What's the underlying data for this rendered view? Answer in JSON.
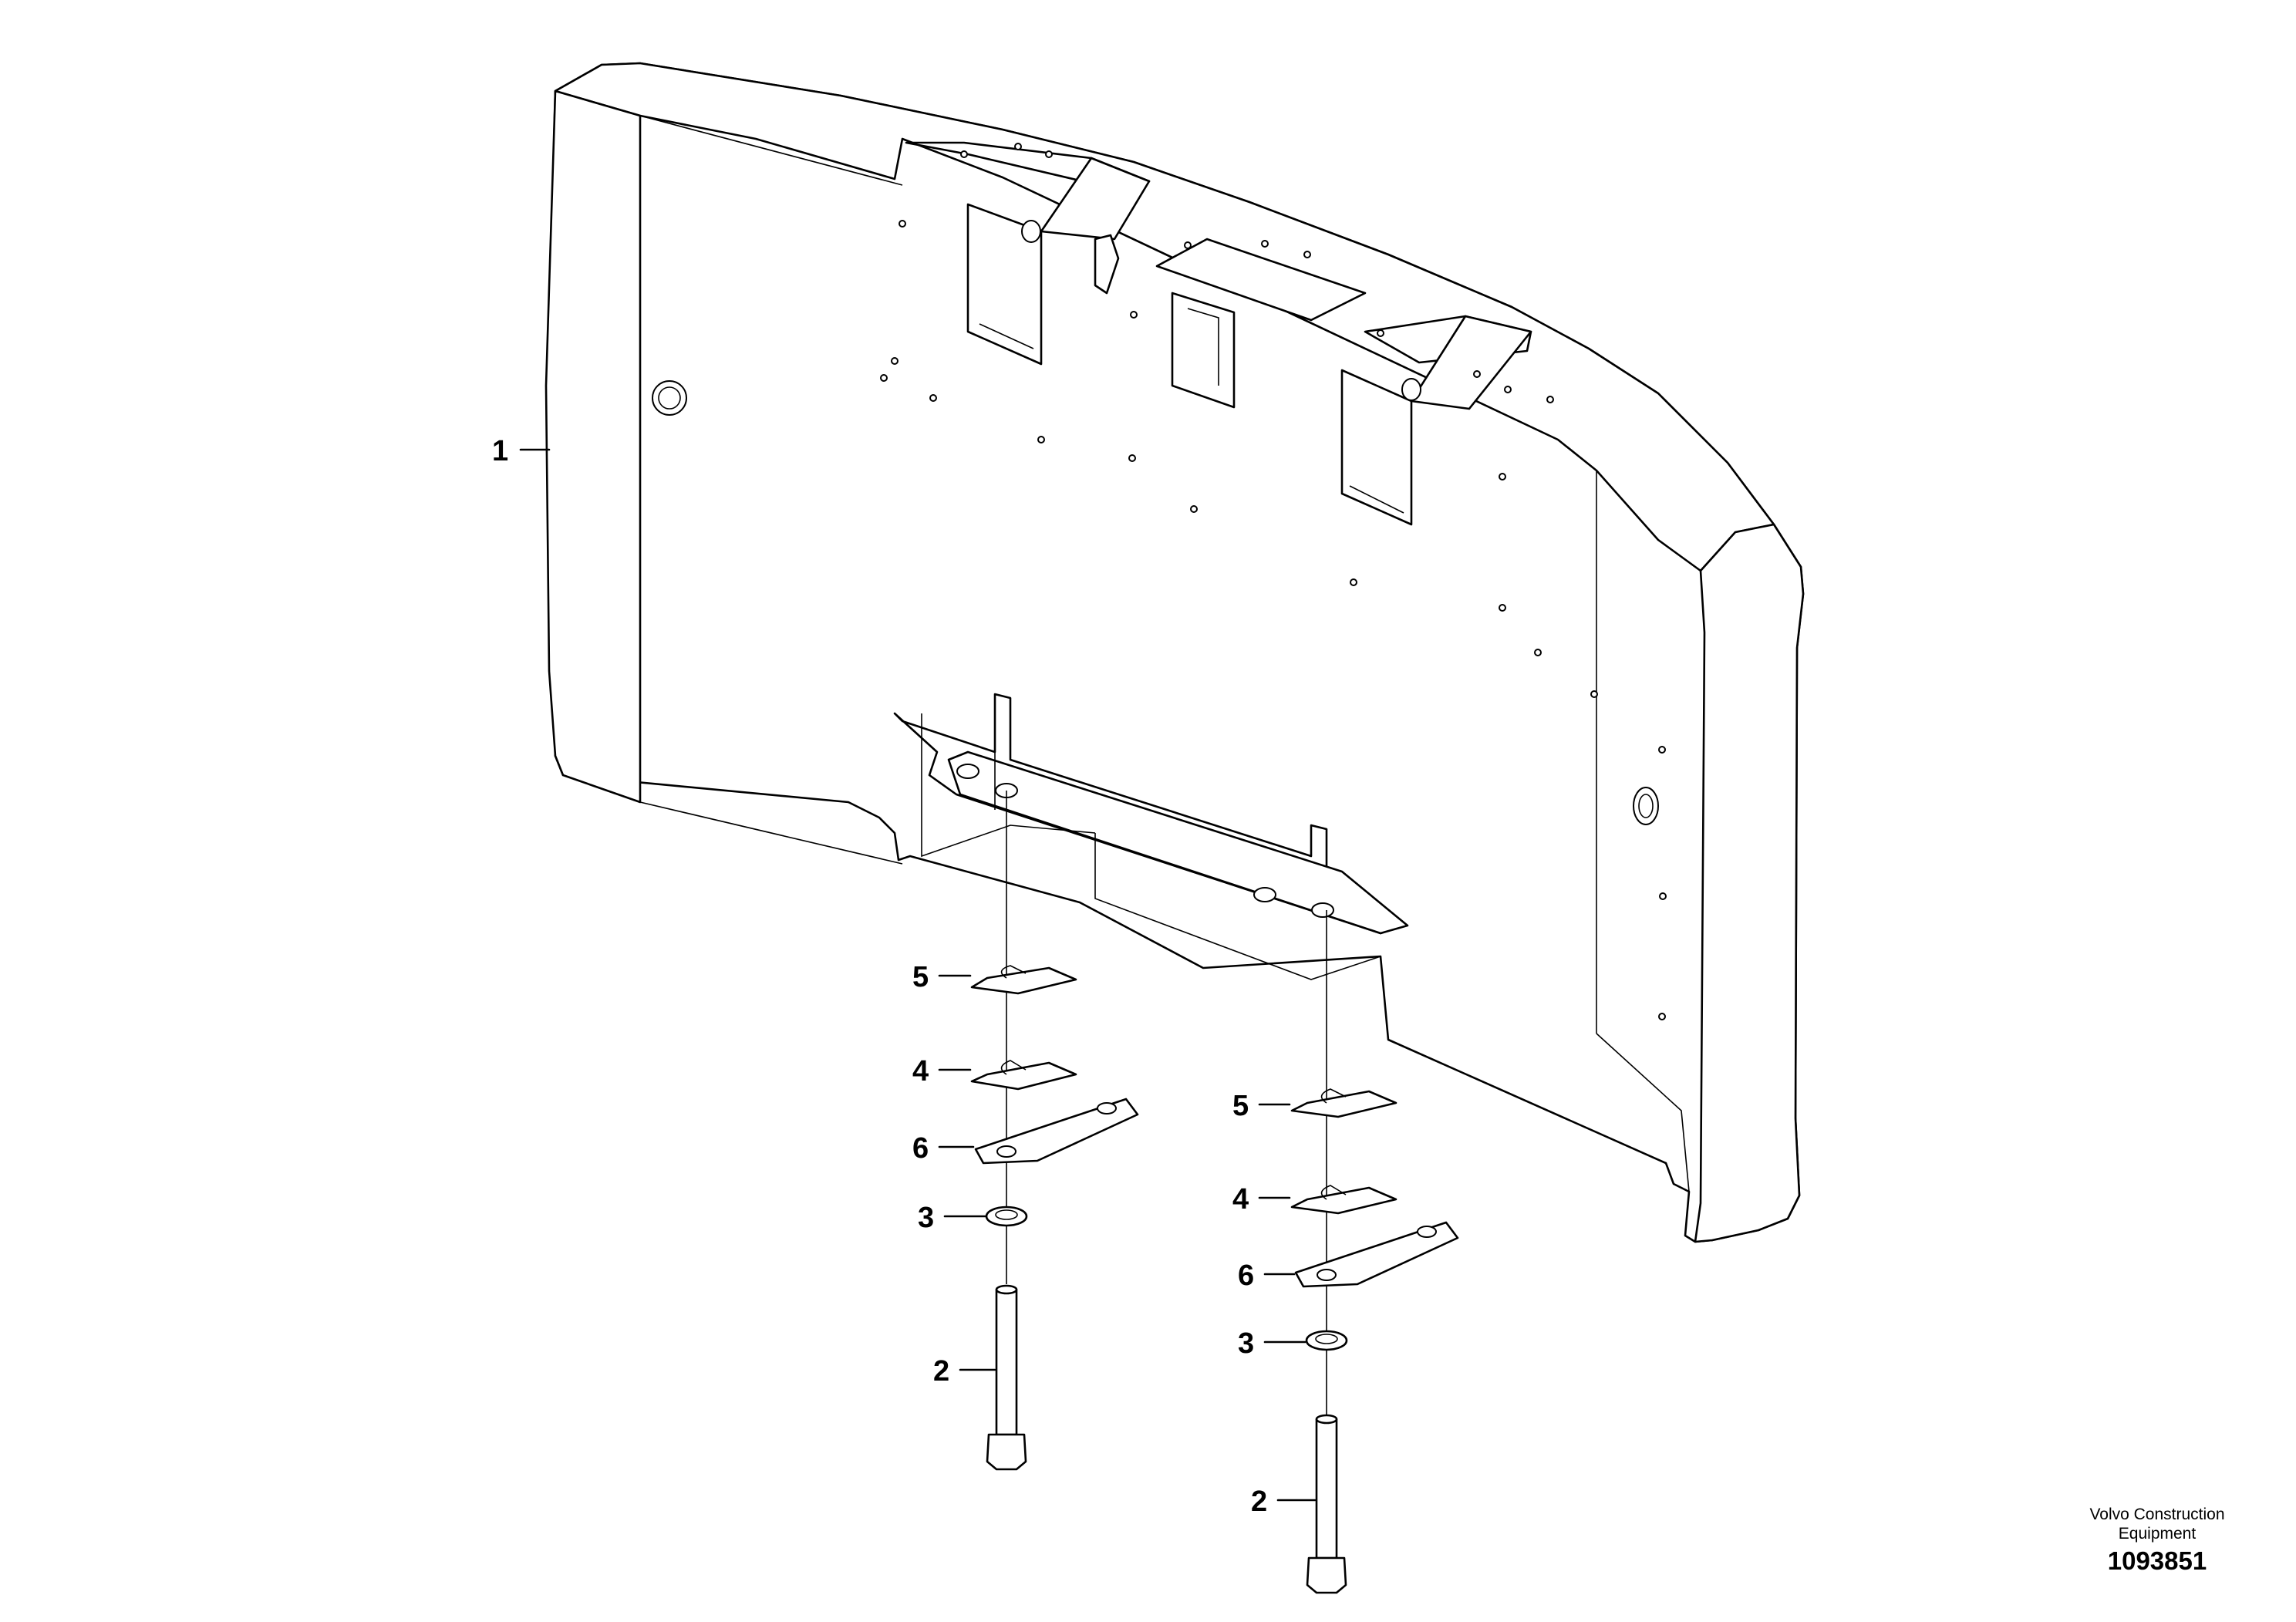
{
  "diagram": {
    "callouts": {
      "counterweight": "1",
      "screw_left": "2",
      "screw_right": "2",
      "washer_left": "3",
      "washer_right": "3",
      "shim4_left": "4",
      "shim4_right": "4",
      "shim5_left": "5",
      "shim5_right": "5",
      "plate_left": "6",
      "plate_right": "6"
    },
    "stroke_color": "#000000",
    "background_color": "#ffffff"
  },
  "footer": {
    "company_line1": "Volvo Construction",
    "company_line2": "Equipment",
    "document_number": "1093851"
  }
}
